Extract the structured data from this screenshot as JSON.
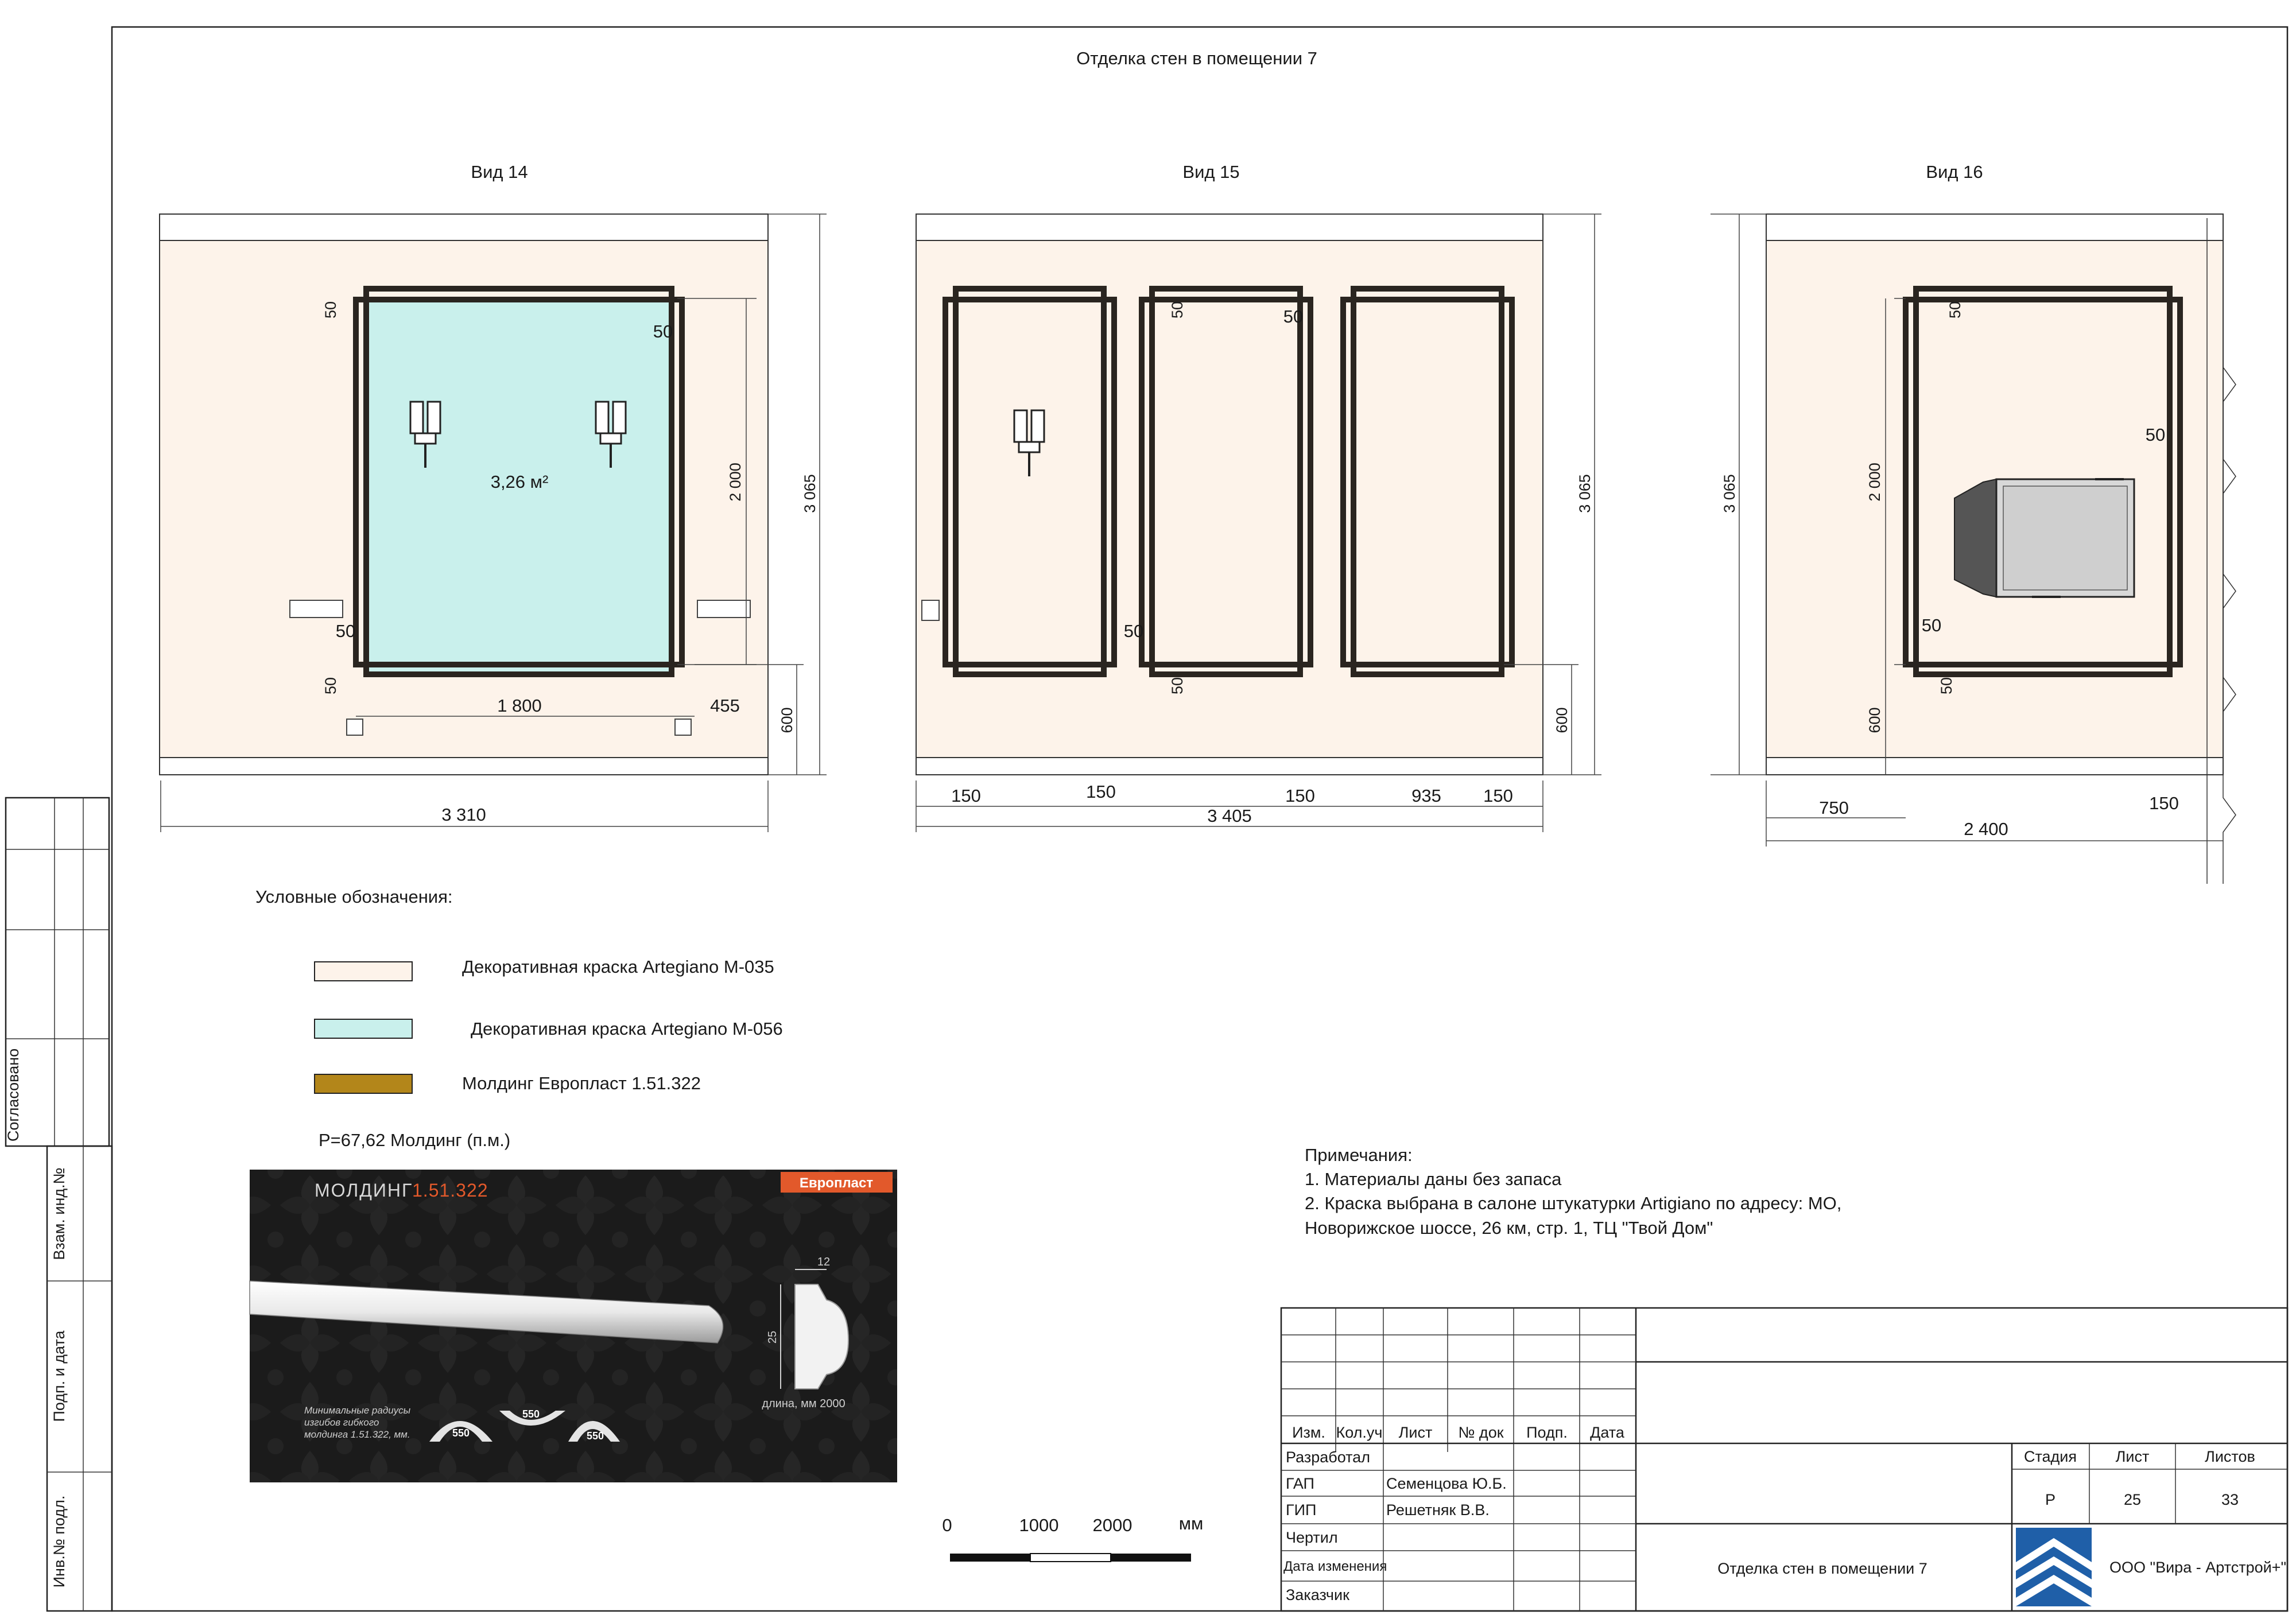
{
  "sheet_title": "Отделка стен в помещении 7",
  "views": [
    {
      "id": "view14",
      "title": "Вид 14",
      "area_label": "3,26 м²",
      "dims": {
        "overall_width": "3 310",
        "overall_height": "3 065",
        "window_height": "2 000",
        "window_width": "1 800",
        "right_offset": "455",
        "sill": "600",
        "gap_a": "50",
        "gap_b": "50",
        "gap_c": "50",
        "gap_d": "50"
      }
    },
    {
      "id": "view15",
      "title": "Вид 15",
      "dims": {
        "overall_width": "3 405",
        "overall_height": "3 065",
        "sill": "600",
        "d1": "150",
        "d2": "150",
        "d3": "150",
        "d4": "935",
        "d5": "150",
        "g1": "50",
        "g2": "50",
        "g3": "50",
        "g4": "50"
      }
    },
    {
      "id": "view16",
      "title": "Вид 16",
      "dims": {
        "overall_width": "2 400",
        "overall_height": "3 065",
        "window_height": "2 000",
        "sill": "600",
        "left_offset": "750",
        "right_offset": "150",
        "g1": "50",
        "g2": "50",
        "g3": "50",
        "g4": "50"
      }
    }
  ],
  "legend": {
    "title": "Условные обозначения:",
    "items": [
      {
        "label": "Декоративная краска Artegiano M-035",
        "color": "#fdf3ea"
      },
      {
        "label": "Декоративная краска Artegiano M-056",
        "color": "#c9f0ec"
      },
      {
        "label": "Молдинг Европласт 1.51.322",
        "color": "#b3861a"
      }
    ],
    "summary": "P=67,62 Молдинг (п.м.)"
  },
  "product": {
    "name_prefix": "МОЛДИНГ",
    "code": "1.51.322",
    "brand": "Европласт",
    "dim_width": "12",
    "dim_height": "25",
    "length_note": "длина, мм 2000",
    "radius_note_1": "Минимальные радиусы",
    "radius_note_2": "изгибов гибкого",
    "radius_note_3": "молдинга 1.51.322, мм.",
    "r1": "550",
    "r2": "550",
    "r3": "550"
  },
  "notes": {
    "title": "Примечания:",
    "line1": "1. Материалы даны без запаса",
    "line2": "2. Краска выбрана в салоне штукатурки Artigiano по адресу: МО,",
    "line3": "Новорижское шоссе, 26 км, стр. 1, ТЦ \"Твой Дом\""
  },
  "scale": {
    "t0": "0",
    "t1": "1000",
    "t2": "2000",
    "unit": "мм"
  },
  "side_stamp": {
    "agreed": "Согласовано",
    "inv_change": "Взам. инд.№",
    "sign_date": "Подп. и дата",
    "inv_orig": "Инв.№ подл."
  },
  "title_block": {
    "headers": {
      "izm": "Изм.",
      "kol": "Кол.уч",
      "list": "Лист",
      "ndoc": "№ док",
      "podp": "Подп.",
      "data": "Дата"
    },
    "rows": {
      "razrab": "Разработал",
      "gap": "ГАП",
      "gap_name": "Семенцова Ю.Б.",
      "gip": "ГИП",
      "gip_name": "Решетняк В.В.",
      "chertil": "Чертил",
      "data_izm": "Дата изменения",
      "zakazchik": "Заказчик"
    },
    "stage_label": "Стадия",
    "sheet_label": "Лист",
    "sheets_label": "Листов",
    "stage": "Р",
    "sheet": "25",
    "sheets": "33",
    "drawing_name": "Отделка стен в помещении 7",
    "company": "ООО \"Вира - Артстрой+\""
  },
  "colors": {
    "wall": "#fdf3ea",
    "accent_wall": "#c9f0ec",
    "molding": "#2a2520",
    "logo_blue": "#1f5fa8",
    "product_bg": "#1c1c1c",
    "brand_orange": "#e2592b"
  }
}
